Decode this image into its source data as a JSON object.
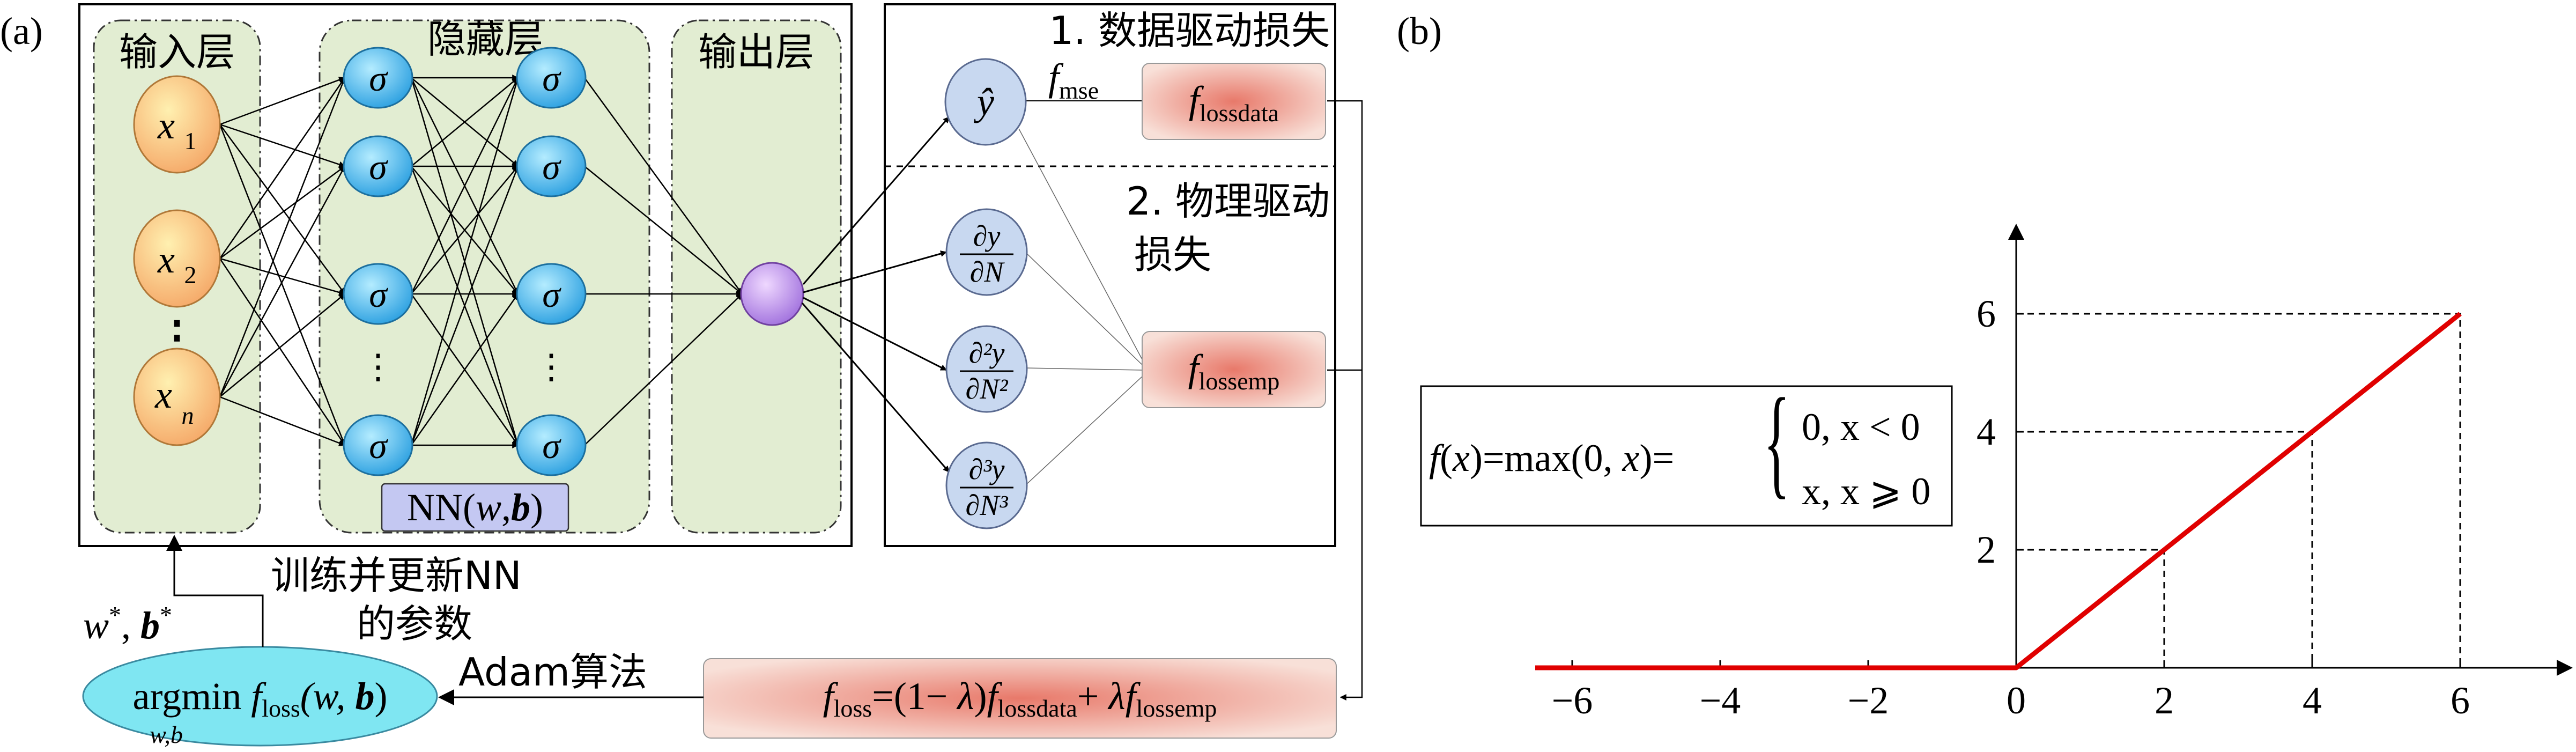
{
  "panel_a": {
    "label": "(a)",
    "input_layer_title": "输入层",
    "hidden_layer_title": "隐藏层",
    "output_layer_title": "输出层",
    "inputs": [
      {
        "base": "x",
        "sub": "1"
      },
      {
        "base": "x",
        "sub": "2"
      },
      {
        "base": "x",
        "sub": "n"
      }
    ],
    "input_ellipsis": "⋮",
    "hidden_node_symbol": "σ",
    "hidden_ellipsis": "⋮",
    "nn_label": {
      "prefix": "NN(",
      "w": "w",
      "comma": ",",
      "b": "b",
      "suffix": ")"
    },
    "data_loss_title": "1. 数据驱动损失",
    "physics_loss_title_line1": "2. 物理驱动",
    "physics_loss_title_line2": "损失",
    "yhat": "ŷ",
    "fmse": {
      "base": "f",
      "sub": "mse"
    },
    "lossdata": {
      "base": "f",
      "sub": "lossdata"
    },
    "lossemp": {
      "base": "f",
      "sub": "lossemp"
    },
    "derivatives": [
      {
        "num": "∂y",
        "den": "∂N"
      },
      {
        "num": "∂²y",
        "den": "∂N²"
      },
      {
        "num": "∂³y",
        "den": "∂N³"
      }
    ],
    "train_text_line1": "训练并更新NN",
    "train_text_line2": "的参数",
    "wstar": "w*, b*",
    "adam_text": "Adam算法",
    "argmin": {
      "word": "argmin ",
      "f": "f",
      "sub": "loss",
      "args": "(w, b)",
      "under": "w,b"
    },
    "loss_formula": "f_loss=(1− λ)f_lossdata+ λf_lossemp"
  },
  "panel_b": {
    "label": "(b)",
    "formula_lhs": "f(x)=max(0, x)=",
    "case1": "0, x < 0",
    "case2": "x, x ⩾ 0"
  },
  "chart_data": {
    "type": "line",
    "title": "",
    "xlabel": "",
    "ylabel": "",
    "xlim": [
      -6.5,
      7.5
    ],
    "ylim": [
      0,
      7.5
    ],
    "x_ticks": [
      -6,
      -4,
      -2,
      0,
      2,
      4,
      6
    ],
    "y_ticks": [
      2,
      4,
      6
    ],
    "series": [
      {
        "x": [
          -6.5,
          0,
          6
        ],
        "y": [
          0,
          0,
          6
        ],
        "color": "#e00000"
      }
    ],
    "guides": [
      [
        2,
        2
      ],
      [
        4,
        4
      ],
      [
        6,
        6
      ]
    ],
    "grid": false
  },
  "colors": {
    "input_node": "#f5b070",
    "hidden_node": "#3aaee8",
    "output_node": "#b080e0",
    "layer_box": "#e2edd2",
    "loss_box": "#f2c8bc",
    "deriv_node": "#c8d8f0",
    "argmin_node": "#7fe6f2",
    "relu_line": "#e00000"
  }
}
